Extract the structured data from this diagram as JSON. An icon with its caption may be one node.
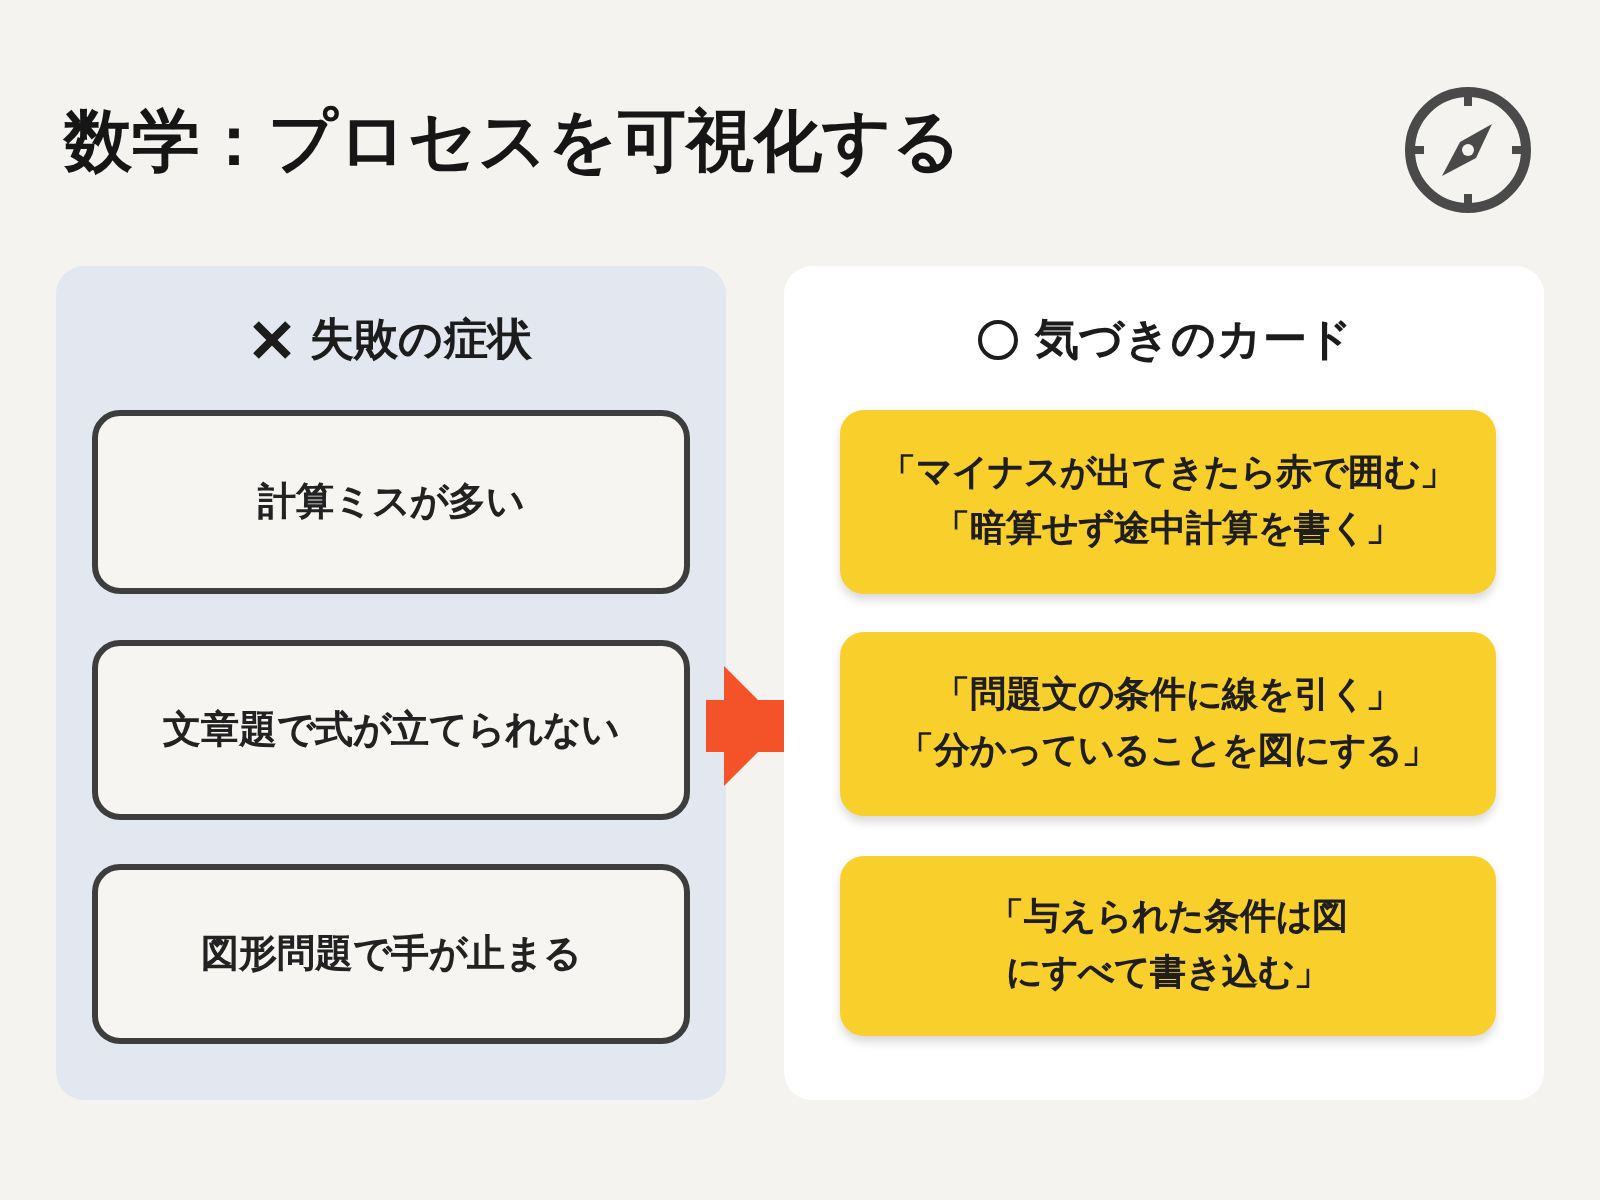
{
  "diagram": {
    "title": "数学：プロセスを可視化する",
    "nodes": [
      {
        "text": [
          "失敗の症状"
        ]
      },
      {
        "text": [
          "計算ミスが多い"
        ],
        "in": 0
      },
      {
        "text": [
          "文章題で式が立てられない"
        ],
        "in": 0
      },
      {
        "text": [
          "図形問題で手が止まる"
        ],
        "in": 0
      },
      {
        "text": [
          "気づきのカード"
        ]
      },
      {
        "text": [
          "「マイナスが出てきたら赤で囲む」",
          "「暗算せず途中計算を書く」"
        ],
        "in": 4
      },
      {
        "text": [
          "「問題文の条件に線を引く」",
          "「分かっていることを図にする」"
        ],
        "in": 4
      },
      {
        "text": [
          "「与えられた条件は図にすべて書き込む」"
        ],
        "in": 4
      }
    ],
    "edges": [
      {
        "from": 0,
        "to": 4,
        "arrow": "to"
      }
    ]
  }
}
